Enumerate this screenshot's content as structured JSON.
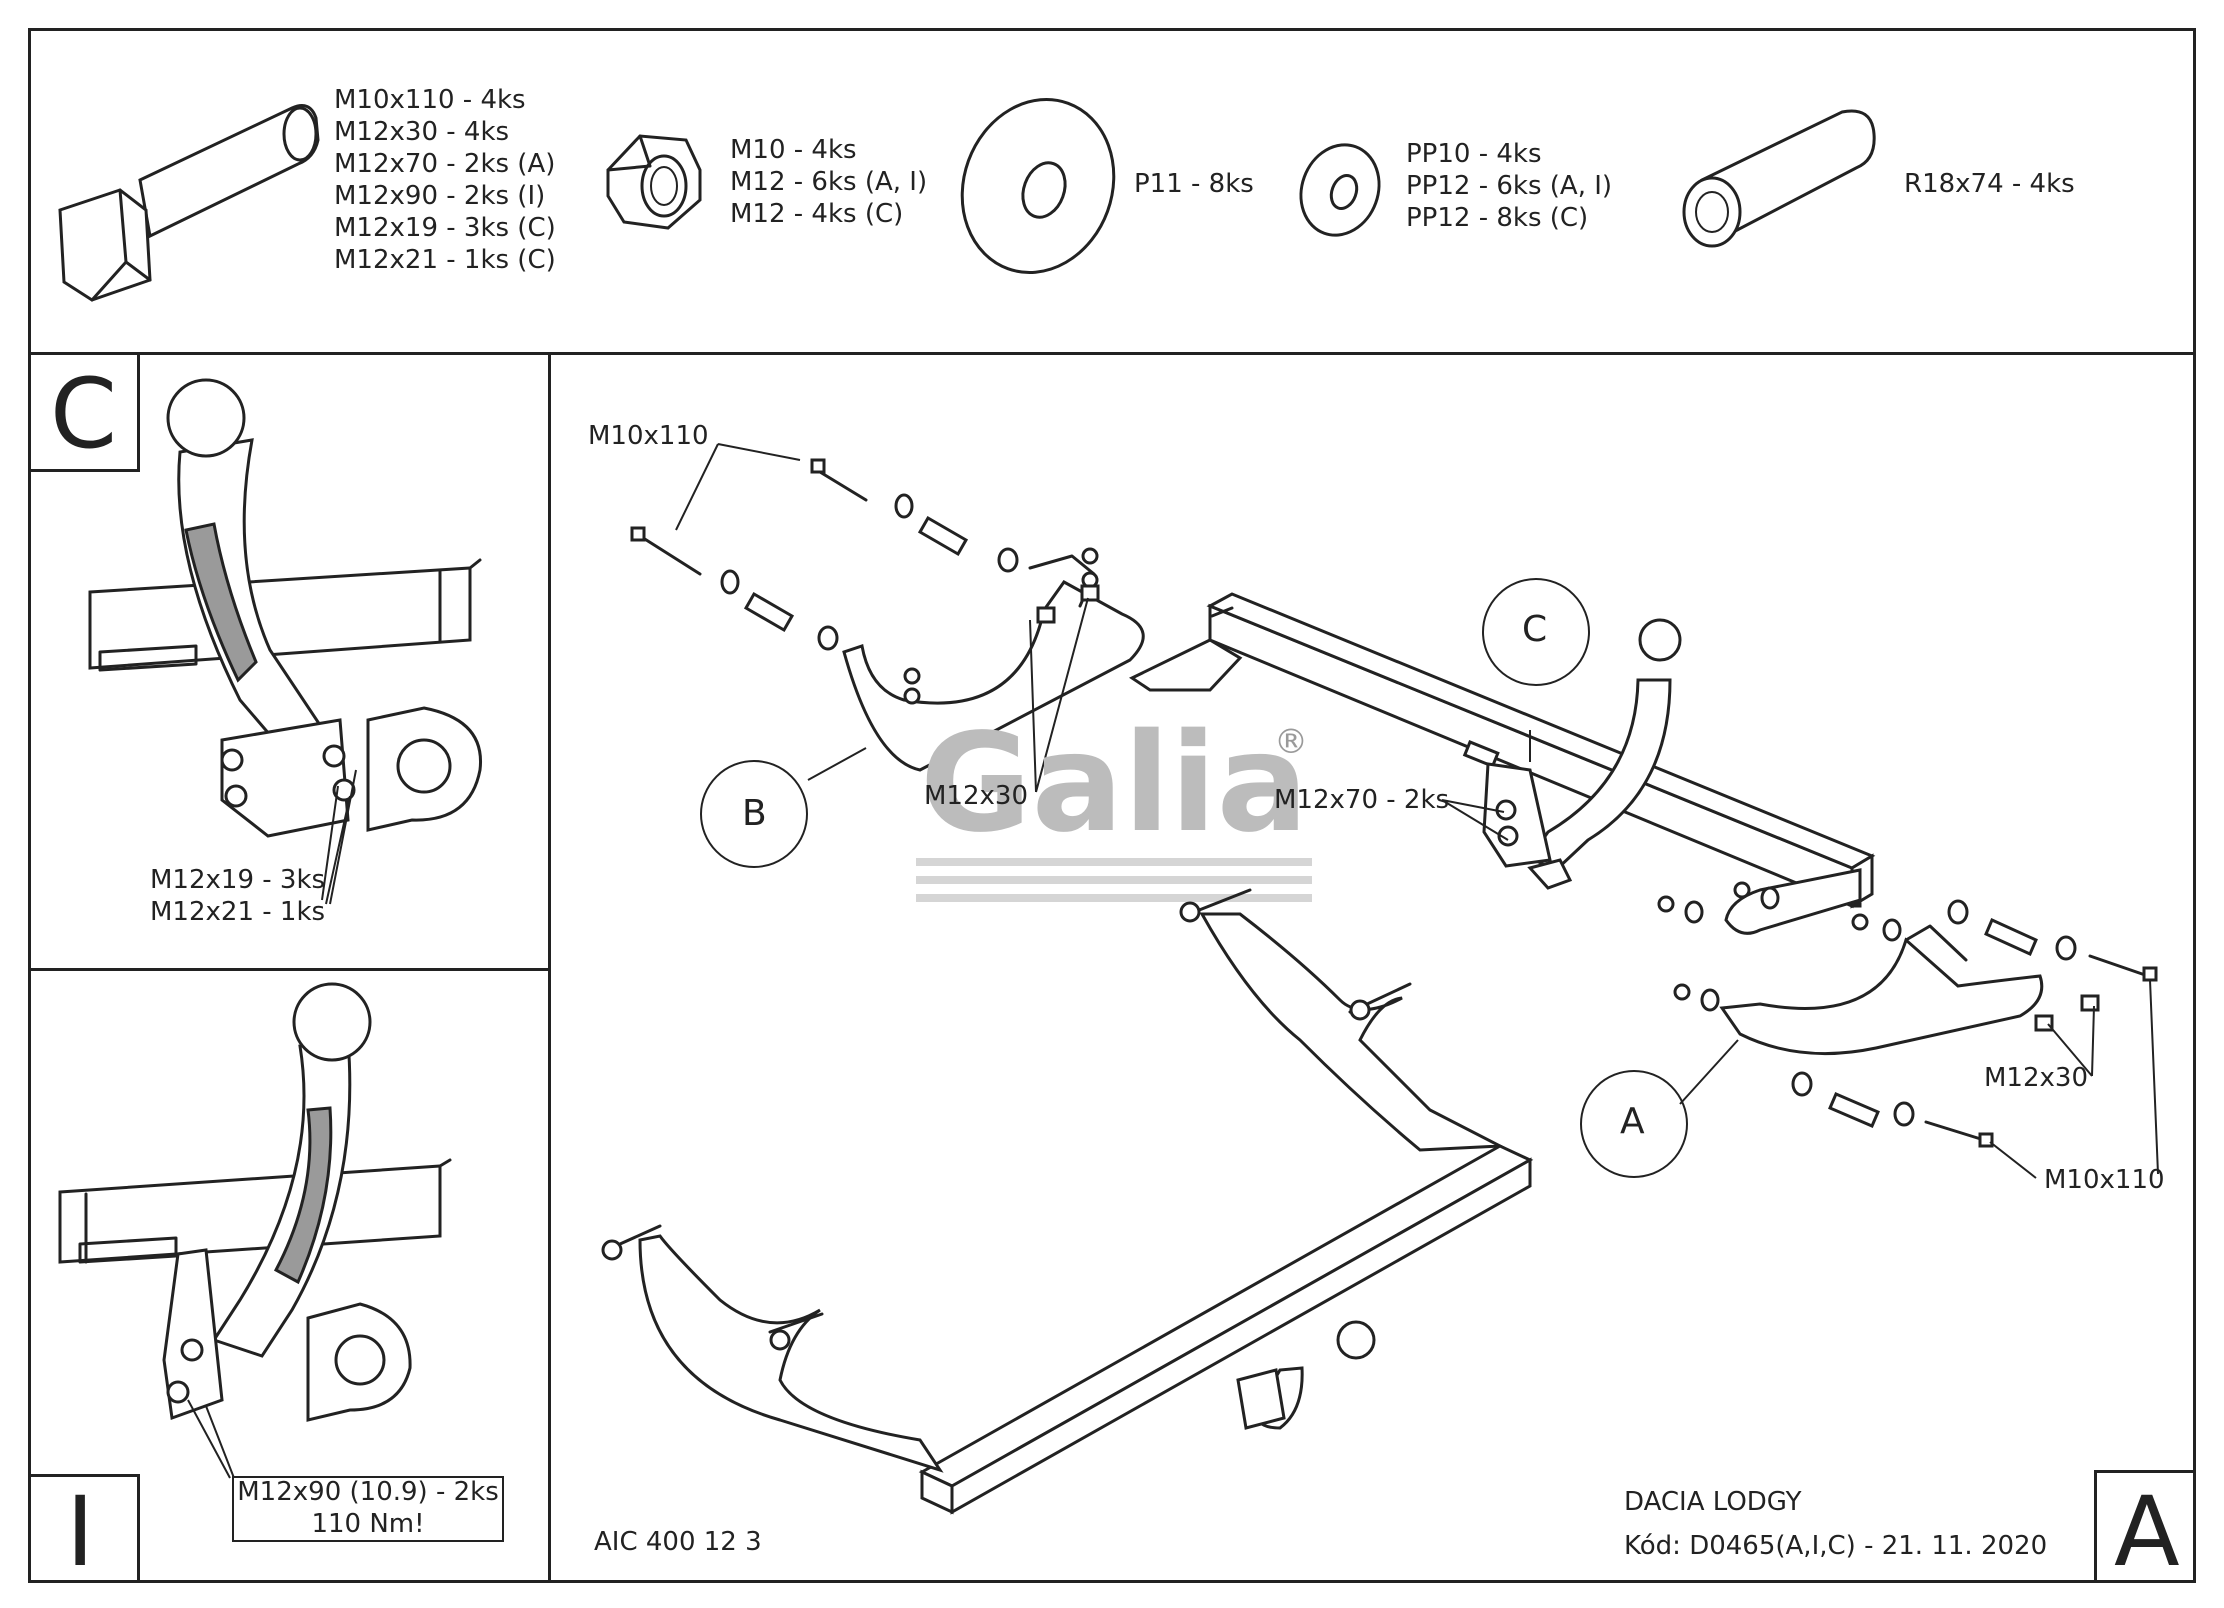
{
  "parts": {
    "bolt": [
      "M10x110 - 4ks",
      "M12x30 - 4ks",
      "M12x70 - 2ks (A)",
      "M12x90 - 2ks (I)",
      "M12x19 - 3ks (C)",
      "M12x21 - 1ks (C)"
    ],
    "nut": [
      "M10 - 4ks",
      "M12 - 6ks (A, I)",
      "M12 - 4ks (C)"
    ],
    "washer_large": "P11 - 8ks",
    "washer": [
      "PP10 - 4ks",
      "PP12 - 6ks (A, I)",
      "PP12 - 8ks (C)"
    ],
    "spacer": "R18x74 - 4ks"
  },
  "panel_c": {
    "letter": "C",
    "bolts": [
      "M12x19 - 3ks",
      "M12x21 - 1ks"
    ]
  },
  "panel_i": {
    "letter": "I",
    "bolts": [
      "M12x90 (10.9) - 2ks",
      "110 Nm!"
    ]
  },
  "main": {
    "labels": {
      "m10x110_top": "M10x110",
      "m12x30_left": "M12x30",
      "m12x70": "M12x70 - 2ks",
      "m12x30_right": "M12x30",
      "m10x110_bottom": "M10x110"
    },
    "circles": {
      "b": "B",
      "c": "C",
      "a": "A"
    },
    "watermark": "Galia",
    "watermark_mark": "®",
    "code": "AIC 400 12 3",
    "vehicle": "DACIA LODGY",
    "kod": "Kód: D0465(A,I,C) - 21. 11. 2020",
    "corner_letter": "A"
  }
}
